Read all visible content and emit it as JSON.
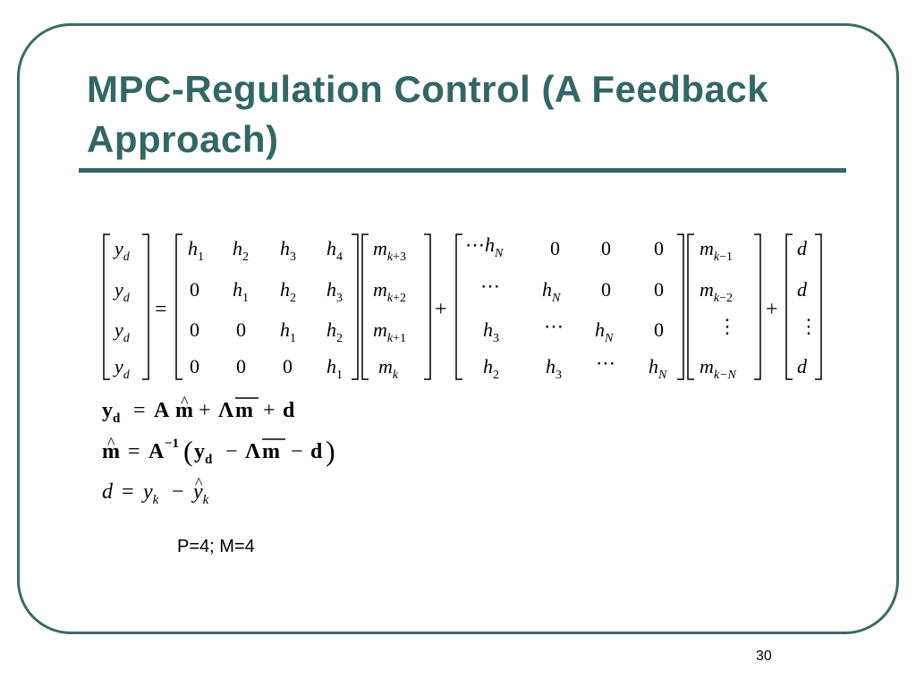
{
  "slide": {
    "title": "MPC-Regulation Control (A Feedback Approach)",
    "note": "P=4; M=4",
    "page_number": "30"
  },
  "equations": {
    "matrix_equation": {
      "lhs_vector": [
        "y_d",
        "y_d",
        "y_d",
        "y_d"
      ],
      "operator_eq": "=",
      "A": [
        [
          "h1",
          "h2",
          "h3",
          "h4"
        ],
        [
          "0",
          "h1",
          "h2",
          "h3"
        ],
        [
          "0",
          "0",
          "h1",
          "h2"
        ],
        [
          "0",
          "0",
          "0",
          "h1"
        ]
      ],
      "m_future": [
        "m_k+3",
        "m_k+2",
        "m_k+1",
        "m_k"
      ],
      "operator_plus": "+",
      "Lambda": [
        [
          "⋯h_N",
          "0",
          "0",
          "0"
        ],
        [
          "⋯",
          "h_N",
          "0",
          "0"
        ],
        [
          "h3",
          "⋯",
          "h_N",
          "0"
        ],
        [
          "h2",
          "h3",
          "⋯",
          "h_N"
        ]
      ],
      "m_past": [
        "m_k-1",
        "m_k-2",
        "⋮",
        "m_k-N"
      ],
      "d_vector": [
        "d",
        "d",
        "⋮",
        "d"
      ]
    },
    "eq1": "y_d = A m̂ + Λ m̄ + d",
    "eq2": "m̂ = A⁻¹(y_d − Λ m̄ − d)",
    "eq3": "d = y_k − ŷ_k"
  }
}
